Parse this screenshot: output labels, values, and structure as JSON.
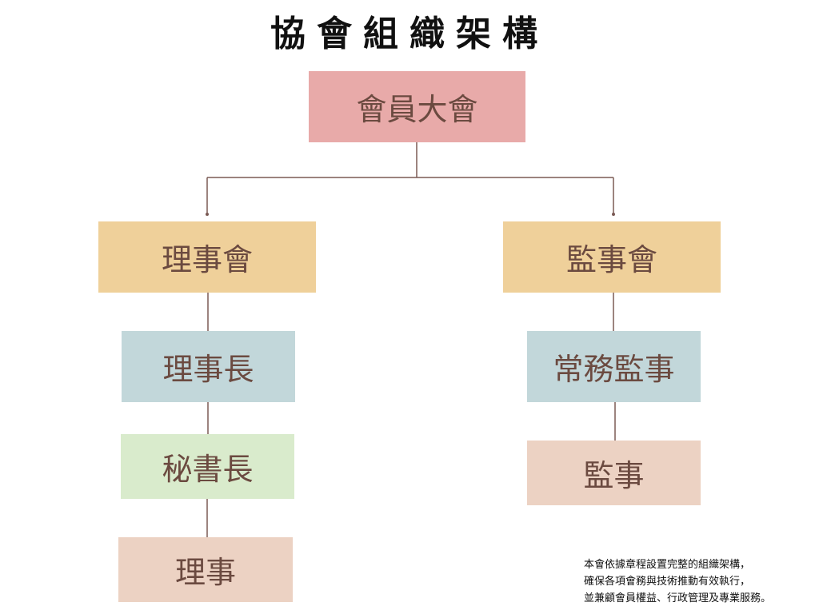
{
  "title": "協會組織架構",
  "colors": {
    "general_assembly": "#e8aaa9",
    "councils": "#efd09a",
    "heads": "#c2d7da",
    "secretary": "#d9ebcc",
    "members": "#ecd2c3",
    "line": "#7a5a54",
    "box_text": "#6b4a40"
  },
  "nodes": {
    "general_assembly": "會員大會",
    "board": "理事會",
    "supervisory_board": "監事會",
    "chairman": "理事長",
    "standing_supervisor": "常務監事",
    "secretary_general": "秘書長",
    "director": "理事",
    "supervisor": "監事"
  },
  "note_lines": [
    "本會依據章程設置完整的組織架構，",
    "確保各項會務與技術推動有效執行，",
    "並兼顧會員權益、行政管理及專業服務。"
  ]
}
